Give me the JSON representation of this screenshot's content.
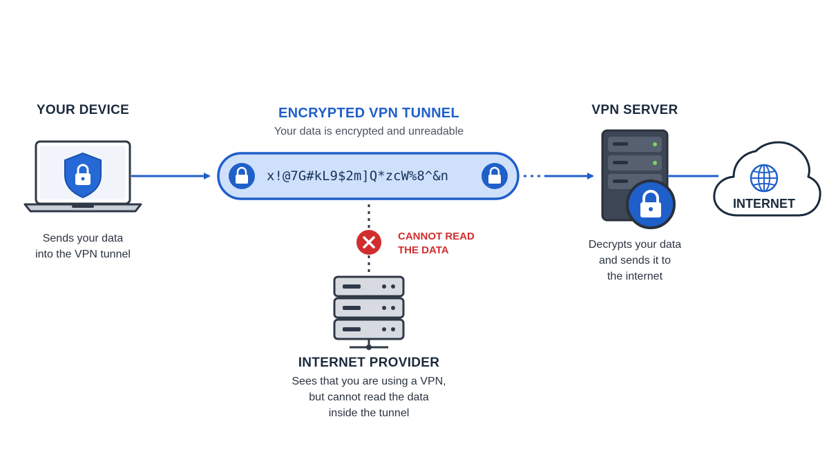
{
  "device": {
    "heading": "YOUR DEVICE",
    "description": [
      "Sends your data",
      "into the VPN tunnel"
    ],
    "icon": "laptop-icon"
  },
  "tunnel": {
    "heading": "ENCRYPTED VPN TUNNEL",
    "subheading": "Your data is encrypted and unreadable",
    "ciphertext": "x!@7G#kL9$2m]Q*zcW%8^&n",
    "icon": "lock-icon"
  },
  "warning": {
    "lines": [
      "CANNOT READ",
      "THE DATA"
    ],
    "icon": "x-circle-icon"
  },
  "provider": {
    "heading": "INTERNET PROVIDER",
    "description": [
      "Sees that you are using a VPN,",
      "but cannot read the data",
      "inside the tunnel"
    ],
    "icon": "server-rack-icon"
  },
  "vpn_server": {
    "heading": "VPN SERVER",
    "description": [
      "Decrypts your data",
      "and sends it to",
      "the internet"
    ],
    "icon": "server-tower-icon"
  },
  "internet": {
    "label": "INTERNET",
    "icon": "globe-icon"
  },
  "colors": {
    "accent_blue": "#1f5fc9",
    "tunnel_fill": "#cfe0fb",
    "dark_navy": "#1b2a3d",
    "warning_red": "#d12d2d",
    "server_body": "#3d4654"
  }
}
